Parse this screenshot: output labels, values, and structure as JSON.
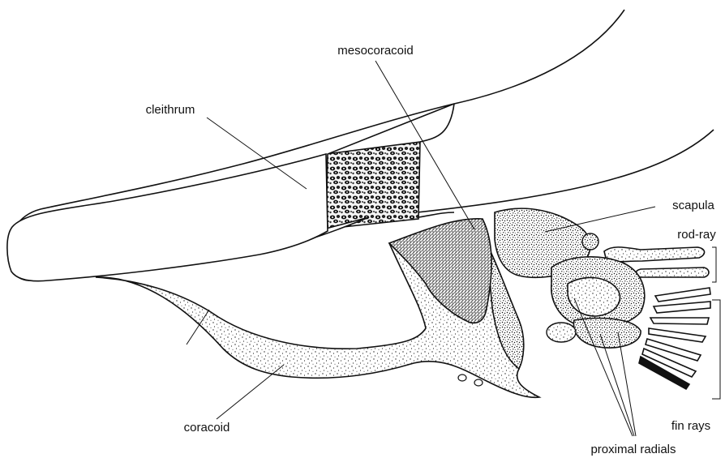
{
  "labels": {
    "mesocoracoid": "mesocoracoid",
    "cleithrum": "cleithrum",
    "scapula": "scapula",
    "rod_ray": "rod-ray",
    "coracoid": "coracoid",
    "fin_rays": "fin rays",
    "proximal_radials": "proximal radials"
  }
}
